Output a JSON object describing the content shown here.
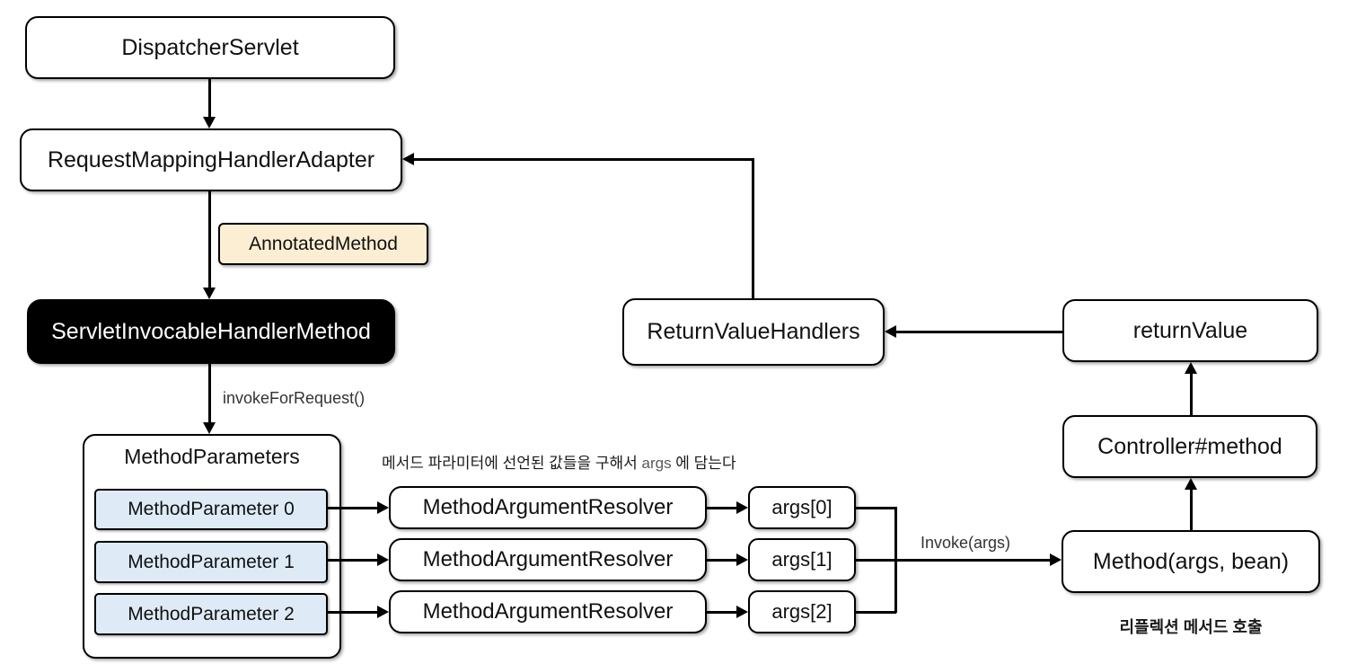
{
  "nodes": {
    "dispatcher_servlet": "DispatcherServlet",
    "request_mapping_handler_adapter": "RequestMappingHandlerAdapter",
    "annotated_method": "AnnotatedMethod",
    "servlet_invocable_handler_method": "ServletInvocableHandlerMethod",
    "method_parameters_title": "MethodParameters",
    "method_parameters": [
      "MethodParameter 0",
      "MethodParameter 1",
      "MethodParameter 2"
    ],
    "argument_resolvers": [
      "MethodArgumentResolver",
      "MethodArgumentResolver",
      "MethodArgumentResolver"
    ],
    "args": [
      "args[0]",
      "args[1]",
      "args[2]"
    ],
    "method_invoke": "Method(args, bean)",
    "controller_method": "Controller#method",
    "return_value": "returnValue",
    "return_value_handlers": "ReturnValueHandlers"
  },
  "edge_labels": {
    "invoke_for_request": "invokeForRequest()",
    "invoke_args": "Invoke(args)"
  },
  "notes": {
    "args_note_prefix": "메서드 파라미터에 선언된 값들을 구해서 ",
    "args_note_code": "args",
    "args_note_suffix": " 에 담는다",
    "reflection_note": "리플렉션 메서드 호출"
  },
  "colors": {
    "annotated_fill": "#FBEED3",
    "parameter_fill": "#DEEBF7",
    "inverse_fill": "#000000",
    "box_fill": "#FFFFFF",
    "line": "#000000"
  }
}
